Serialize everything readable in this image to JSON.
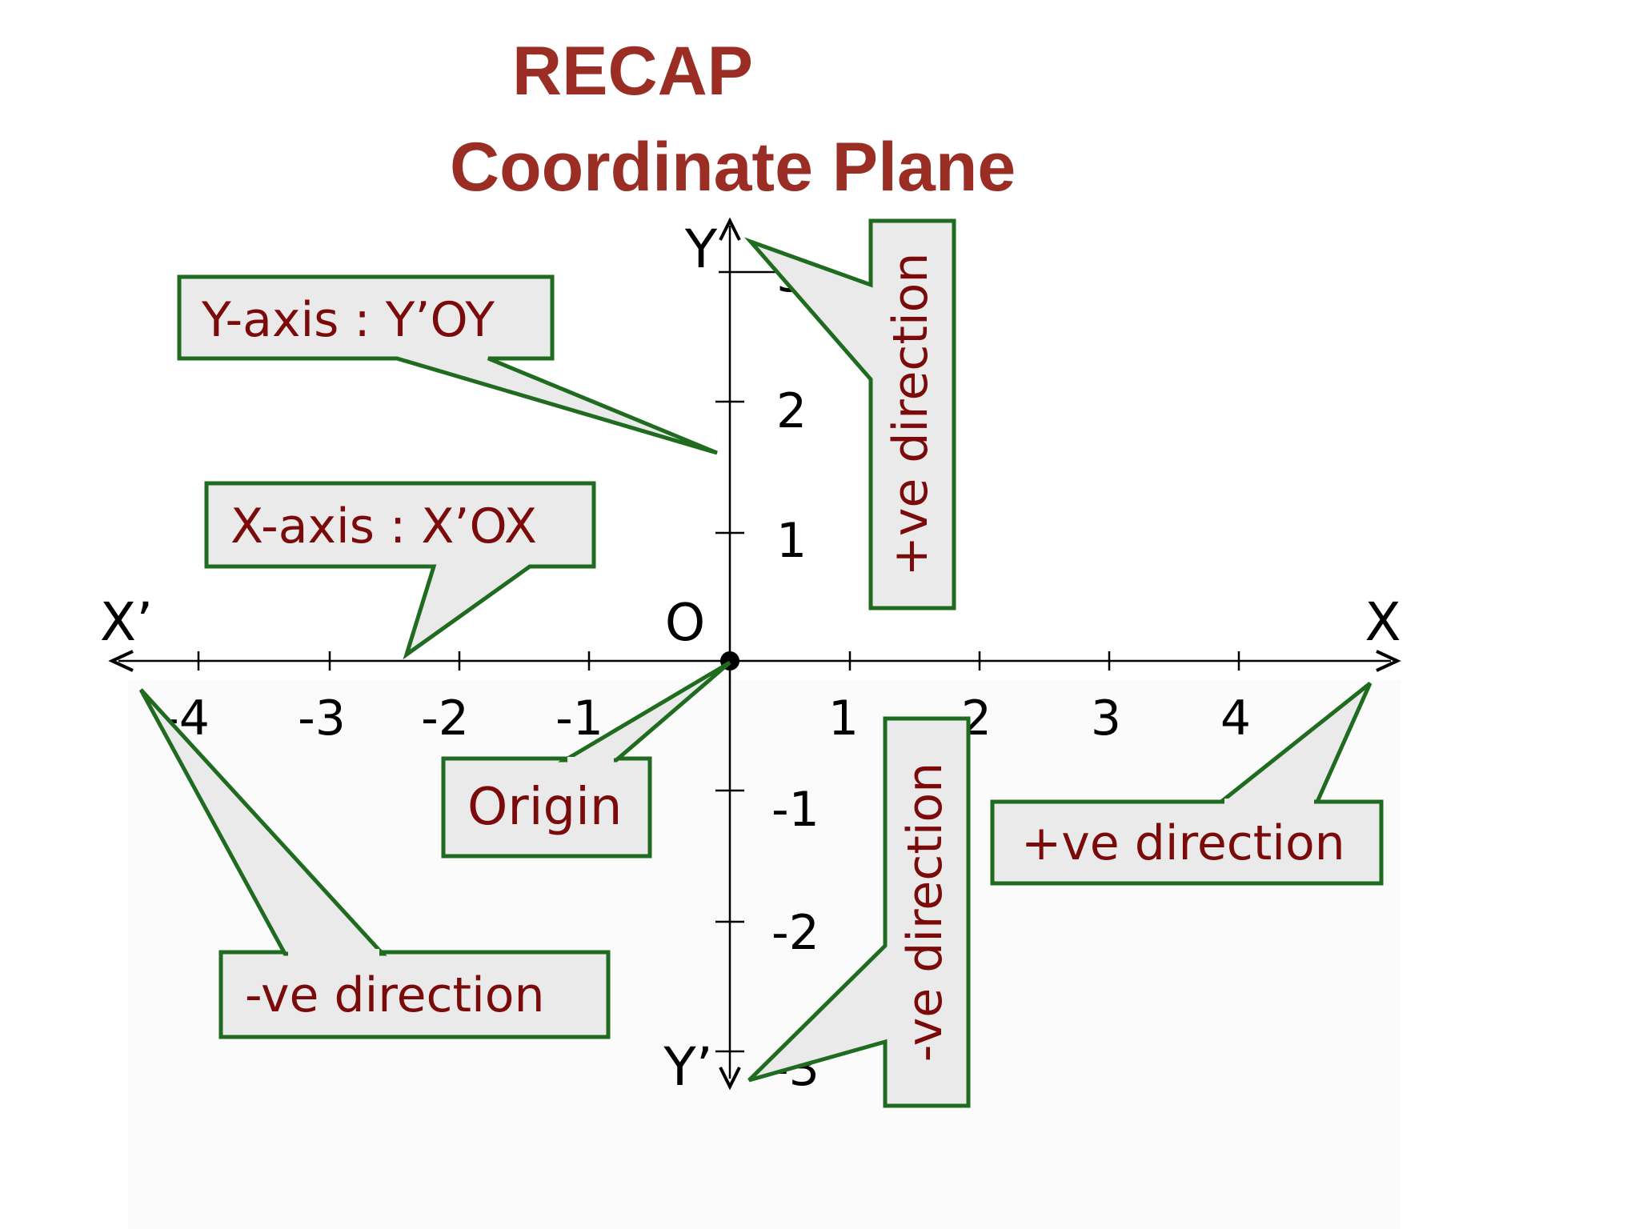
{
  "title": "RECAP",
  "subtitle": "Coordinate Plane",
  "colors": {
    "title": "#9a2e25",
    "callout_text": "#7b0a0a",
    "callout_border": "#1f6b1f",
    "callout_fill": "#eaeaea"
  },
  "axis_labels": {
    "x_pos": "X",
    "x_neg": "X’",
    "y_pos": "Y",
    "y_neg": "Y’",
    "origin": "O"
  },
  "x_ticks": [
    "-4",
    "-3",
    "-2",
    "-1",
    "1",
    "2",
    "3",
    "4"
  ],
  "y_ticks": [
    "3",
    "2",
    "1",
    "-1",
    "-2",
    "-3"
  ],
  "callouts": {
    "y_axis": "Y-axis : Y’OY",
    "x_axis": "X-axis : X’OX",
    "origin": "Origin",
    "pos_x": "+ve direction",
    "neg_x": "-ve direction",
    "pos_y": "+ve direction",
    "neg_y": "-ve direction"
  }
}
